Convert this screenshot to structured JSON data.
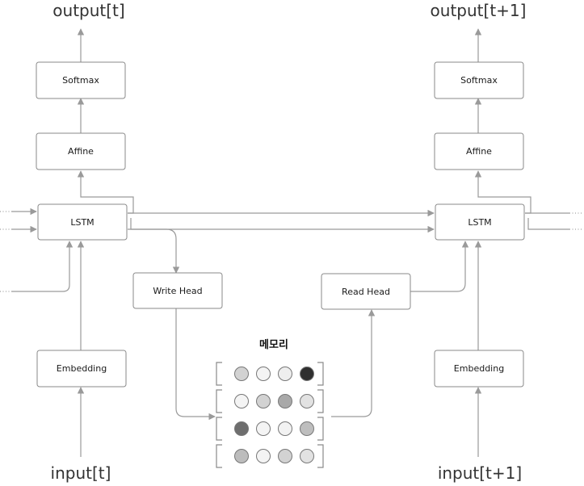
{
  "left_column": {
    "output_label": "output[t]",
    "input_label": "input[t]",
    "softmax_label": "Softmax",
    "affine_label": "Affine",
    "lstm_label": "LSTM",
    "embedding_label": "Embedding"
  },
  "right_column": {
    "output_label": "output[t+1]",
    "input_label": "input[t+1]",
    "softmax_label": "Softmax",
    "affine_label": "Affine",
    "lstm_label": "LSTM",
    "embedding_label": "Embedding"
  },
  "write_head_label": "Write Head",
  "read_head_label": "Read Head",
  "memory": {
    "title": "메모리",
    "cells": [
      [
        "#d2d2d2",
        "#f4f4f4",
        "#eeeeee",
        "#2f2f2f"
      ],
      [
        "#f4f4f4",
        "#d2d2d2",
        "#a9a9a9",
        "#e2e2e2"
      ],
      [
        "#6e6e6e",
        "#f4f4f4",
        "#f2f2f2",
        "#bebebe"
      ],
      [
        "#bcbcbc",
        "#f4f4f4",
        "#d2d2d2",
        "#e2e2e2"
      ]
    ]
  }
}
